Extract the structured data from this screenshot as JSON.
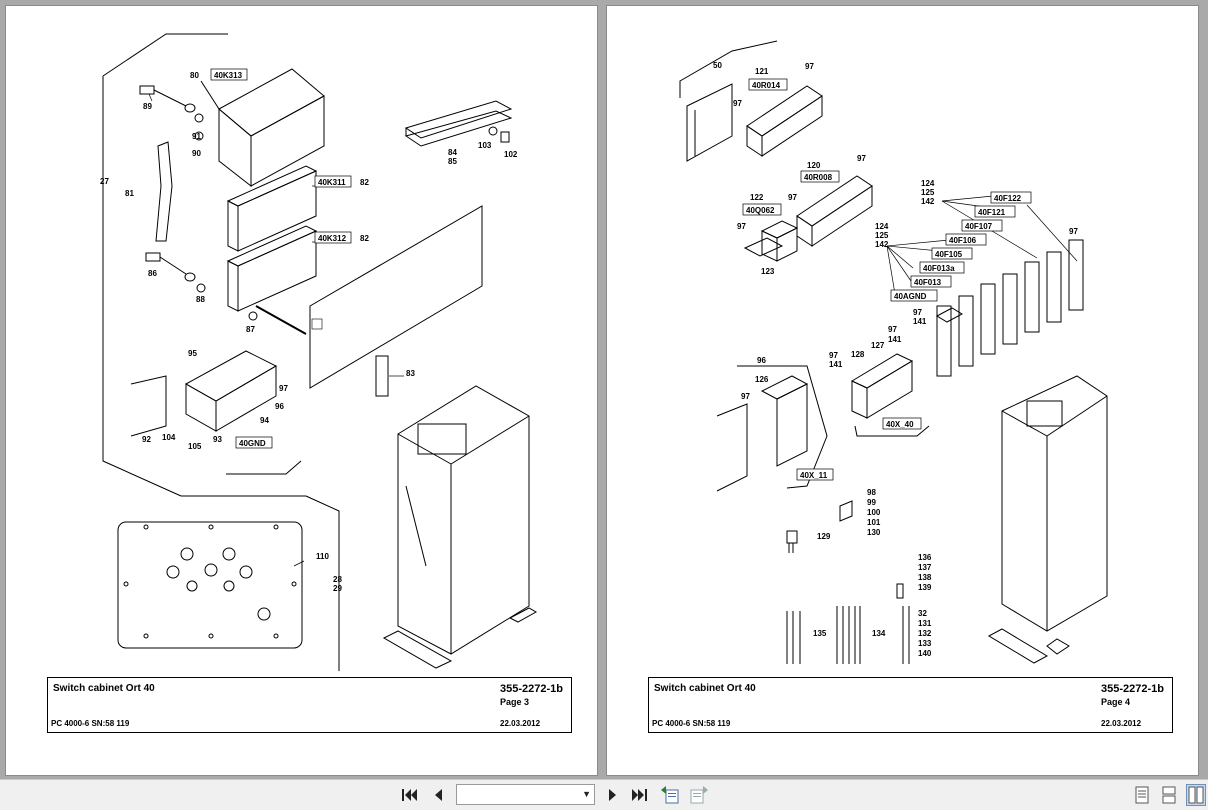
{
  "pages": [
    {
      "title": "Switch cabinet Ort 40",
      "doc_no": "355-2272-1b",
      "page_label": "Page 3",
      "machine": "PC 4000-6 SN:58 119",
      "date": "22.03.2012",
      "callouts": {
        "c27": "27",
        "c80": "80",
        "c40K313": "40K313",
        "c89": "89",
        "c91": "91",
        "c90": "90",
        "c81": "81",
        "c40K311": "40K311",
        "c82a": "82",
        "c40K312": "40K312",
        "c82b": "82",
        "c86": "86",
        "c88": "88",
        "c87": "87",
        "c84": "84",
        "c85": "85",
        "c103": "103",
        "c102": "102",
        "c83": "83",
        "c95": "95",
        "c97": "97",
        "c96": "96",
        "c94": "94",
        "c92": "92",
        "c104": "104",
        "c93": "93",
        "c105": "105",
        "c40GND": "40GND",
        "c110": "110",
        "c28": "28",
        "c29": "29"
      }
    },
    {
      "title": "Switch cabinet Ort 40",
      "doc_no": "355-2272-1b",
      "page_label": "Page 4",
      "machine": "PC 4000-6 SN:58 119",
      "date": "22.03.2012",
      "callouts": {
        "c50": "50",
        "c121": "121",
        "c97a": "97",
        "c40R014": "40R014",
        "c97b": "97",
        "c120": "120",
        "c97c": "97",
        "c40R008": "40R008",
        "c122": "122",
        "c97d": "97",
        "c40Q062": "40Q062",
        "c97e": "97",
        "c123": "123",
        "c124a": "124",
        "c125a": "125",
        "c142a": "142",
        "c124b": "124",
        "c125b": "125",
        "c142b": "142",
        "c40F122": "40F122",
        "c40F121": "40F121",
        "c40F107": "40F107",
        "c40F106": "40F106",
        "c40F105": "40F105",
        "c40F013a": "40F013a",
        "c40F013": "40F013",
        "c40AGND": "40AGND",
        "c97f": "97",
        "c97g": "97",
        "c141a": "141",
        "c97h": "97",
        "c141b": "141",
        "c127": "127",
        "c128": "128",
        "c97i": "97",
        "c141c": "141",
        "c96": "96",
        "c126": "126",
        "c97j": "97",
        "c40X40": "40X_40",
        "c40X11": "40X_11",
        "c98": "98",
        "c99": "99",
        "c100": "100",
        "c101": "101",
        "c130": "130",
        "c129": "129",
        "c136": "136",
        "c137": "137",
        "c138": "138",
        "c139": "139",
        "c32": "32",
        "c131": "131",
        "c132": "132",
        "c133": "133",
        "c140": "140",
        "c135": "135",
        "c134": "134"
      }
    }
  ],
  "toolbar": {
    "first_page_icon": "first-page-icon",
    "prev_page_icon": "prev-page-icon",
    "page_select_value": "",
    "next_page_icon": "next-page-icon",
    "last_page_icon": "last-page-icon",
    "view_single_icon": "single-page-view-icon",
    "view_continuous_icon": "continuous-view-icon",
    "view_facing_icon": "facing-pages-view-icon"
  }
}
